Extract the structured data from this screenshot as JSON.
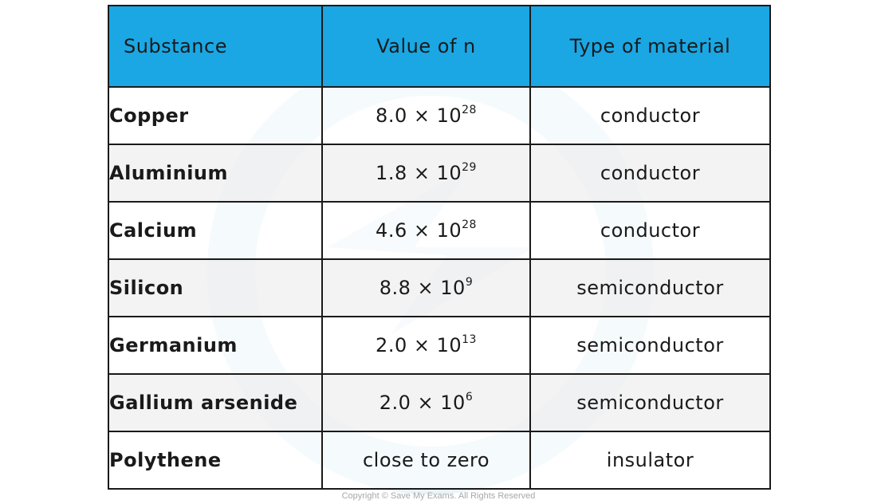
{
  "table": {
    "headers": [
      "Substance",
      "Value of n",
      "Type of material"
    ],
    "rows": [
      {
        "substance": "Copper",
        "value": "8.0 × 10",
        "exp": "28",
        "type": "conductor"
      },
      {
        "substance": "Aluminium",
        "value": "1.8 × 10",
        "exp": "29",
        "type": "conductor"
      },
      {
        "substance": "Calcium",
        "value": "4.6 × 10",
        "exp": "28",
        "type": "conductor"
      },
      {
        "substance": "Silicon",
        "value": "8.8 × 10",
        "exp": "9",
        "type": "semiconductor"
      },
      {
        "substance": "Germanium",
        "value": "2.0 × 10",
        "exp": "13",
        "type": "semiconductor"
      },
      {
        "substance": "Gallium arsenide",
        "value": "2.0 × 10",
        "exp": "6",
        "type": "semiconductor"
      },
      {
        "substance": "Polythene",
        "value": "close to zero",
        "exp": "",
        "type": "insulator"
      }
    ]
  },
  "footer": {
    "copyright": "Copyright © Save My Exams. All Rights Reserved"
  },
  "colors": {
    "header_bg": "#1aa7e4",
    "header_text": "#ffffff",
    "border": "#1a1a1a",
    "watermark": "#e6f2fa"
  }
}
